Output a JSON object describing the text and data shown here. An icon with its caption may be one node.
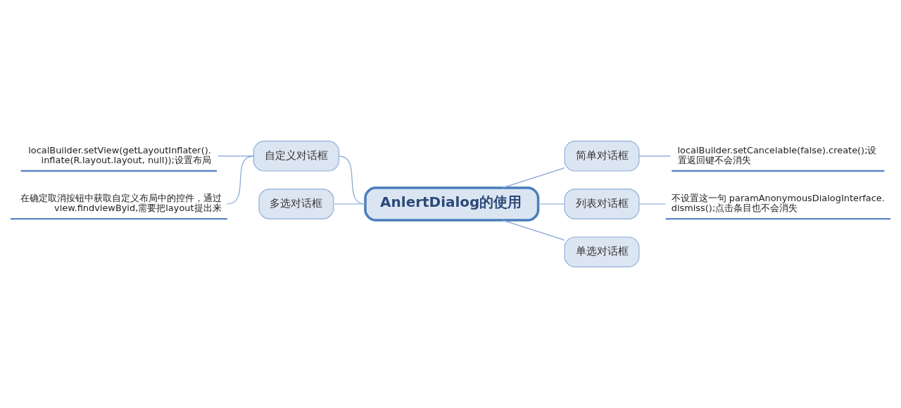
{
  "diagram": {
    "nodes": [
      {
        "text": [
          "AnlertDialog的使用"
        ]
      },
      {
        "text": [
          "简单对话框"
        ]
      },
      {
        "text": [
          "localBuilder.setCancelable(false).create();设置返回键不会消失"
        ]
      },
      {
        "text": [
          "列表对话框"
        ]
      },
      {
        "text": [
          "不设置这一句 paramAnonymousDialogInterface.dismiss();点击条目也不会消失"
        ]
      },
      {
        "text": [
          "单选对话框"
        ]
      },
      {
        "text": [
          "多选对话框"
        ]
      },
      {
        "text": [
          "自定义对话框"
        ]
      },
      {
        "text": [
          "localBuilder.setView(getLayoutInflater().inflate(R.layout.layout, null));设置布局"
        ]
      },
      {
        "text": [
          "在确定取消按钮中获取自定义布局中的控件，通过view.findviewByid,需要把layout提出来"
        ]
      }
    ],
    "edges": [
      {
        "from": 0,
        "to": 1,
        "arrow": "none"
      },
      {
        "from": 1,
        "to": 2,
        "arrow": "none"
      },
      {
        "from": 0,
        "to": 3,
        "arrow": "none"
      },
      {
        "from": 3,
        "to": 4,
        "arrow": "none"
      },
      {
        "from": 0,
        "to": 5,
        "arrow": "none"
      },
      {
        "from": 0,
        "to": 6,
        "arrow": "none"
      },
      {
        "from": 0,
        "to": 7,
        "arrow": "none"
      },
      {
        "from": 7,
        "to": 8,
        "arrow": "none"
      },
      {
        "from": 7,
        "to": 9,
        "arrow": "none"
      }
    ]
  }
}
